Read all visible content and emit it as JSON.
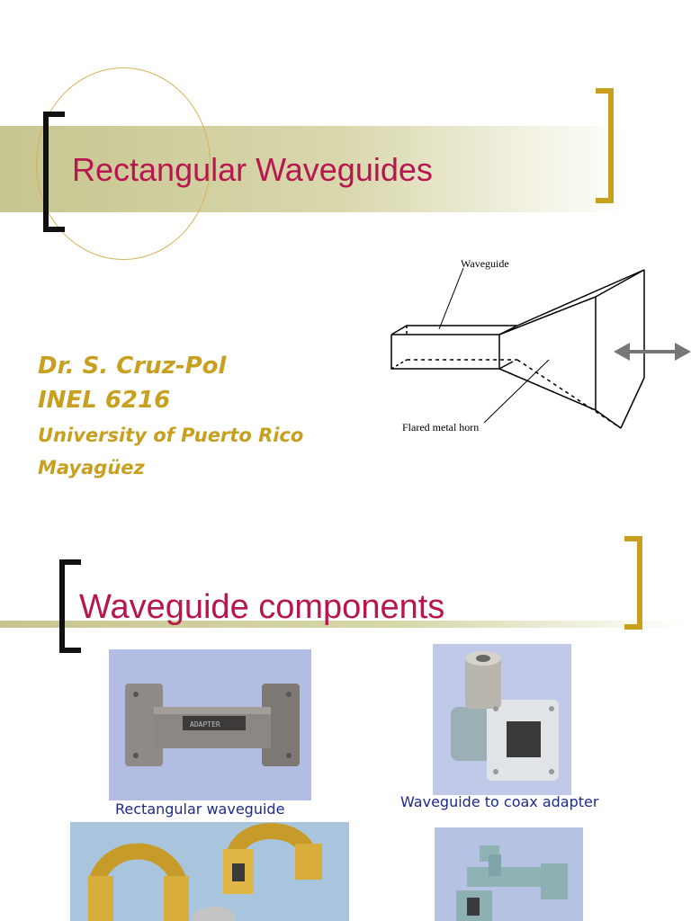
{
  "slide1": {
    "title": "Rectangular Waveguides",
    "author": {
      "name": "Dr. S. Cruz-Pol",
      "course": "INEL 6216",
      "university": "University of Puerto Rico",
      "city": "Mayagüez"
    },
    "diagram": {
      "waveguide_label": "Waveguide",
      "horn_label": "Flared metal horn"
    }
  },
  "slide2": {
    "title": "Waveguide components",
    "captions": {
      "rectangular": "Rectangular waveguide",
      "adapter": "Waveguide to coax adapter"
    },
    "adapter_plate_text": "ADAPTER"
  },
  "colors": {
    "title": "#b8164e",
    "author": "#c8a020",
    "caption": "#1c2a8c",
    "bracket_left": "#111111",
    "bracket_right": "#c8a020"
  }
}
